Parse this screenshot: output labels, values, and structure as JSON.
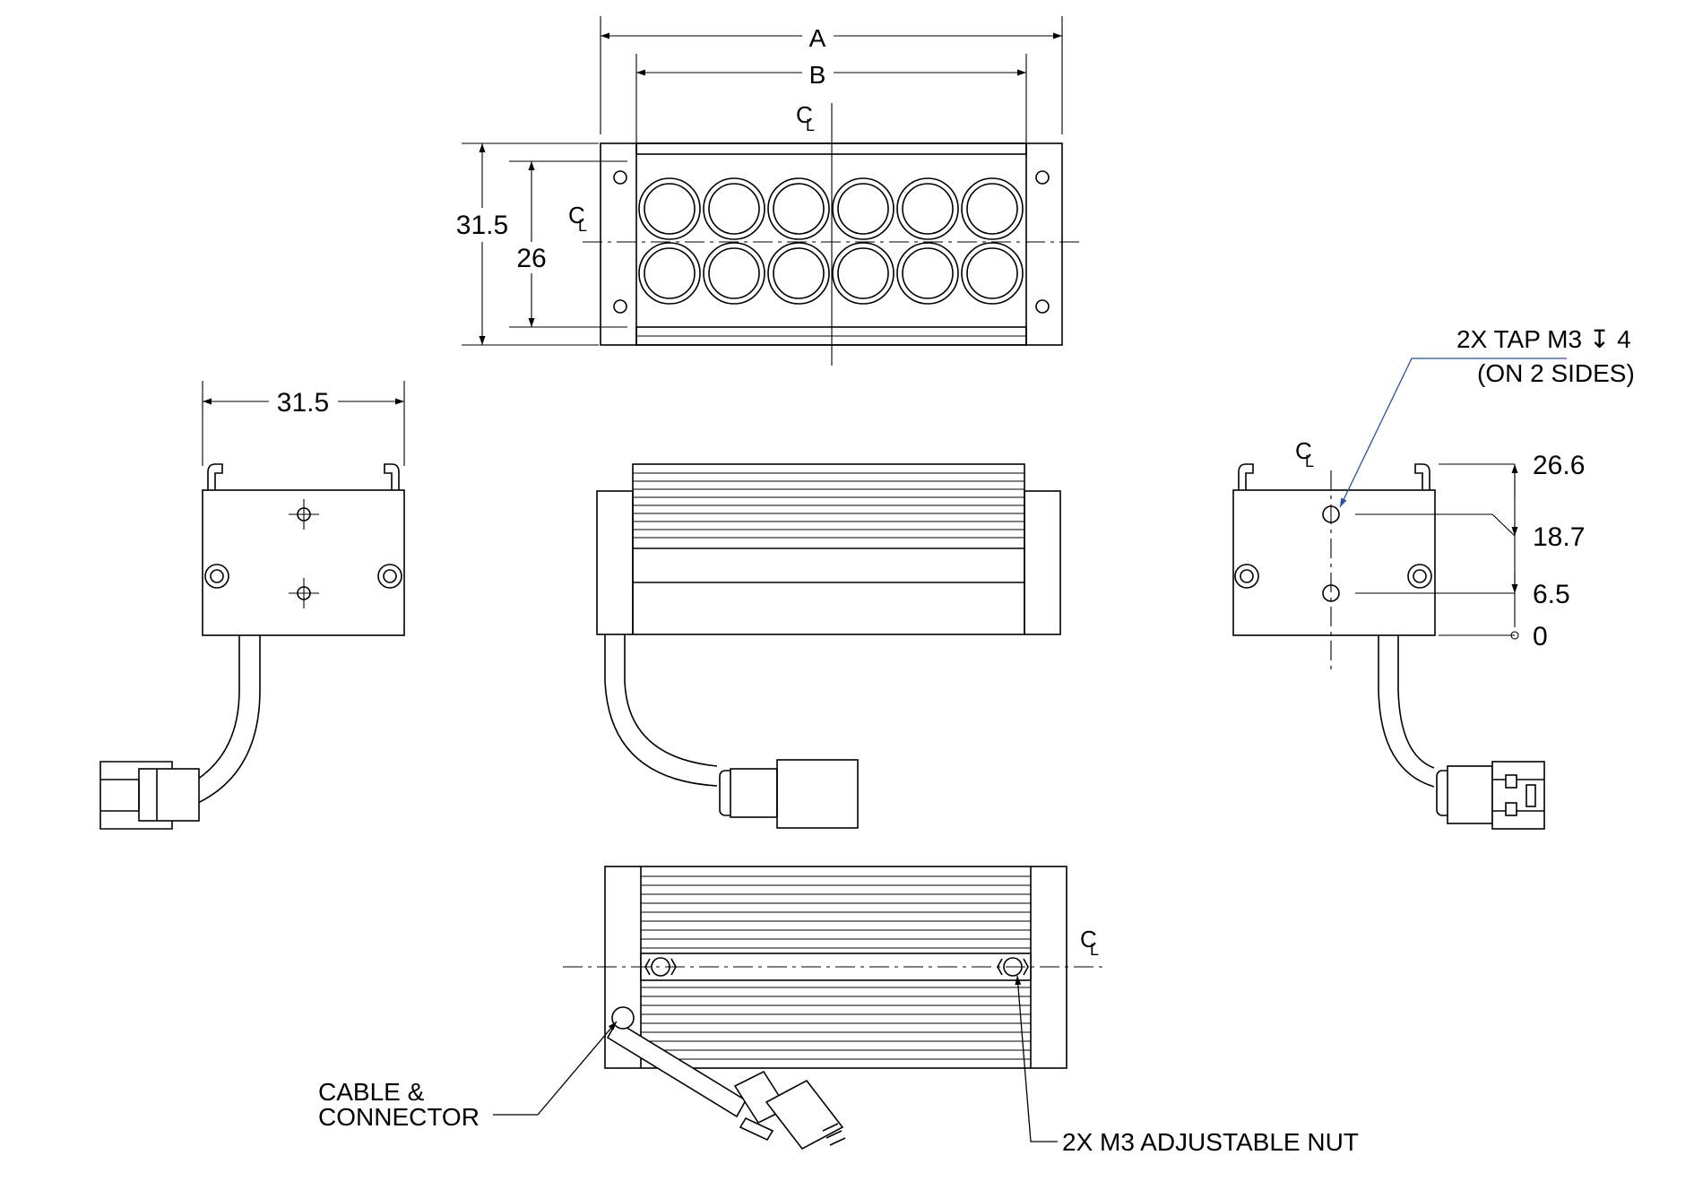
{
  "dimensions": {
    "front_width_outer": "A",
    "front_width_inner": "B",
    "front_height_outer": "31.5",
    "front_height_inner": "26",
    "side_width": "31.5",
    "hole_height_top": "26.6",
    "hole_height_upper": "18.7",
    "hole_height_lower": "6.5",
    "hole_height_zero": "0"
  },
  "centerline_symbol": "CL",
  "callouts": {
    "tap_line1": "2X TAP M3 ↧ 4",
    "tap_line2": "(ON 2 SIDES)",
    "cable_line1": "CABLE &",
    "cable_line2": "CONNECTOR",
    "nut": "2X M3 ADJUSTABLE NUT"
  },
  "colors": {
    "lines": "#000000",
    "leader_highlight": "#2a4fa0",
    "background": "#ffffff"
  }
}
